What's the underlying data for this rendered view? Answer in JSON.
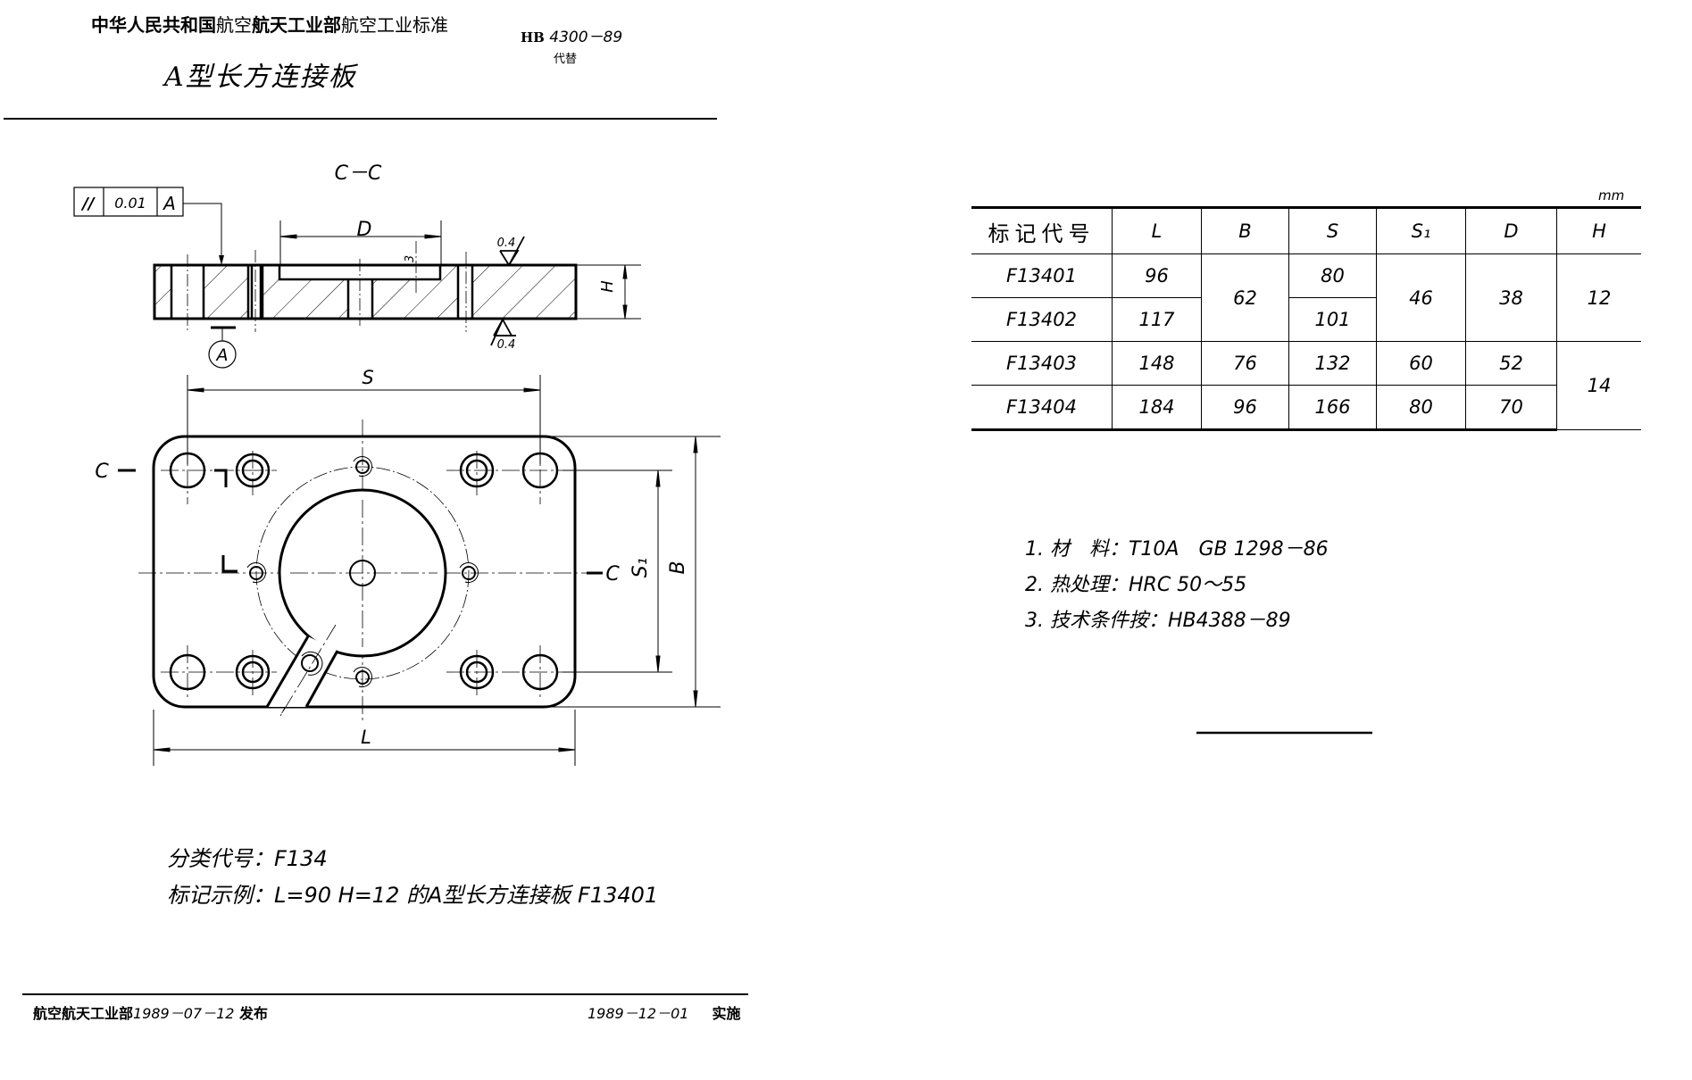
{
  "header": {
    "org_bold": "中华人民共和国",
    "org_part1": "航空",
    "org_part2": "航天工业部",
    "org_part3": "航空",
    "org_part4": "工业标准",
    "standard_prefix": "HB",
    "standard_number": "4300－89",
    "replaces": "代替",
    "subtitle": "A型长方连接板"
  },
  "drawing": {
    "section_label": "C－C",
    "tolerance_frame": {
      "symbol": "//",
      "value": "0.01",
      "datum": "A"
    },
    "datum_label": "A",
    "dims": {
      "D": "D",
      "depth": "3",
      "H": "H",
      "S": "S",
      "S1": "S₁",
      "B": "B",
      "L": "L"
    },
    "roughness_top": "0.4",
    "roughness_bottom": "0.4",
    "section_marker_left": "C",
    "section_marker_right": "C"
  },
  "table": {
    "unit": "mm",
    "headers": [
      "标记代号",
      "L",
      "B",
      "S",
      "S₁",
      "D",
      "H"
    ],
    "rows": [
      {
        "code": "F13401",
        "L": "96",
        "B": "62",
        "S": "80",
        "S1": "46",
        "D": "38",
        "H": "12"
      },
      {
        "code": "F13402",
        "L": "117",
        "B": "62",
        "S": "101",
        "S1": "46",
        "D": "38",
        "H": "12"
      },
      {
        "code": "F13403",
        "L": "148",
        "B": "76",
        "S": "132",
        "S1": "60",
        "D": "52",
        "H": "14"
      },
      {
        "code": "F13404",
        "L": "184",
        "B": "96",
        "S": "166",
        "S1": "80",
        "D": "70",
        "H": "14"
      }
    ]
  },
  "notes": [
    "1. 材　料：T10A　GB 1298－86",
    "2. 热处理：HRC 50～55",
    "3. 技术条件按：HB4388－89"
  ],
  "classification": "分类代号：F134",
  "marking_example": "标记示例：L=90 H=12 的A型长方连接板 F13401",
  "footer": {
    "issuer": "航空航天工业部",
    "issue_date": "1989－07－12",
    "issue_label": "发布",
    "effective_date": "1989－12－01",
    "effective_label": "实施"
  }
}
